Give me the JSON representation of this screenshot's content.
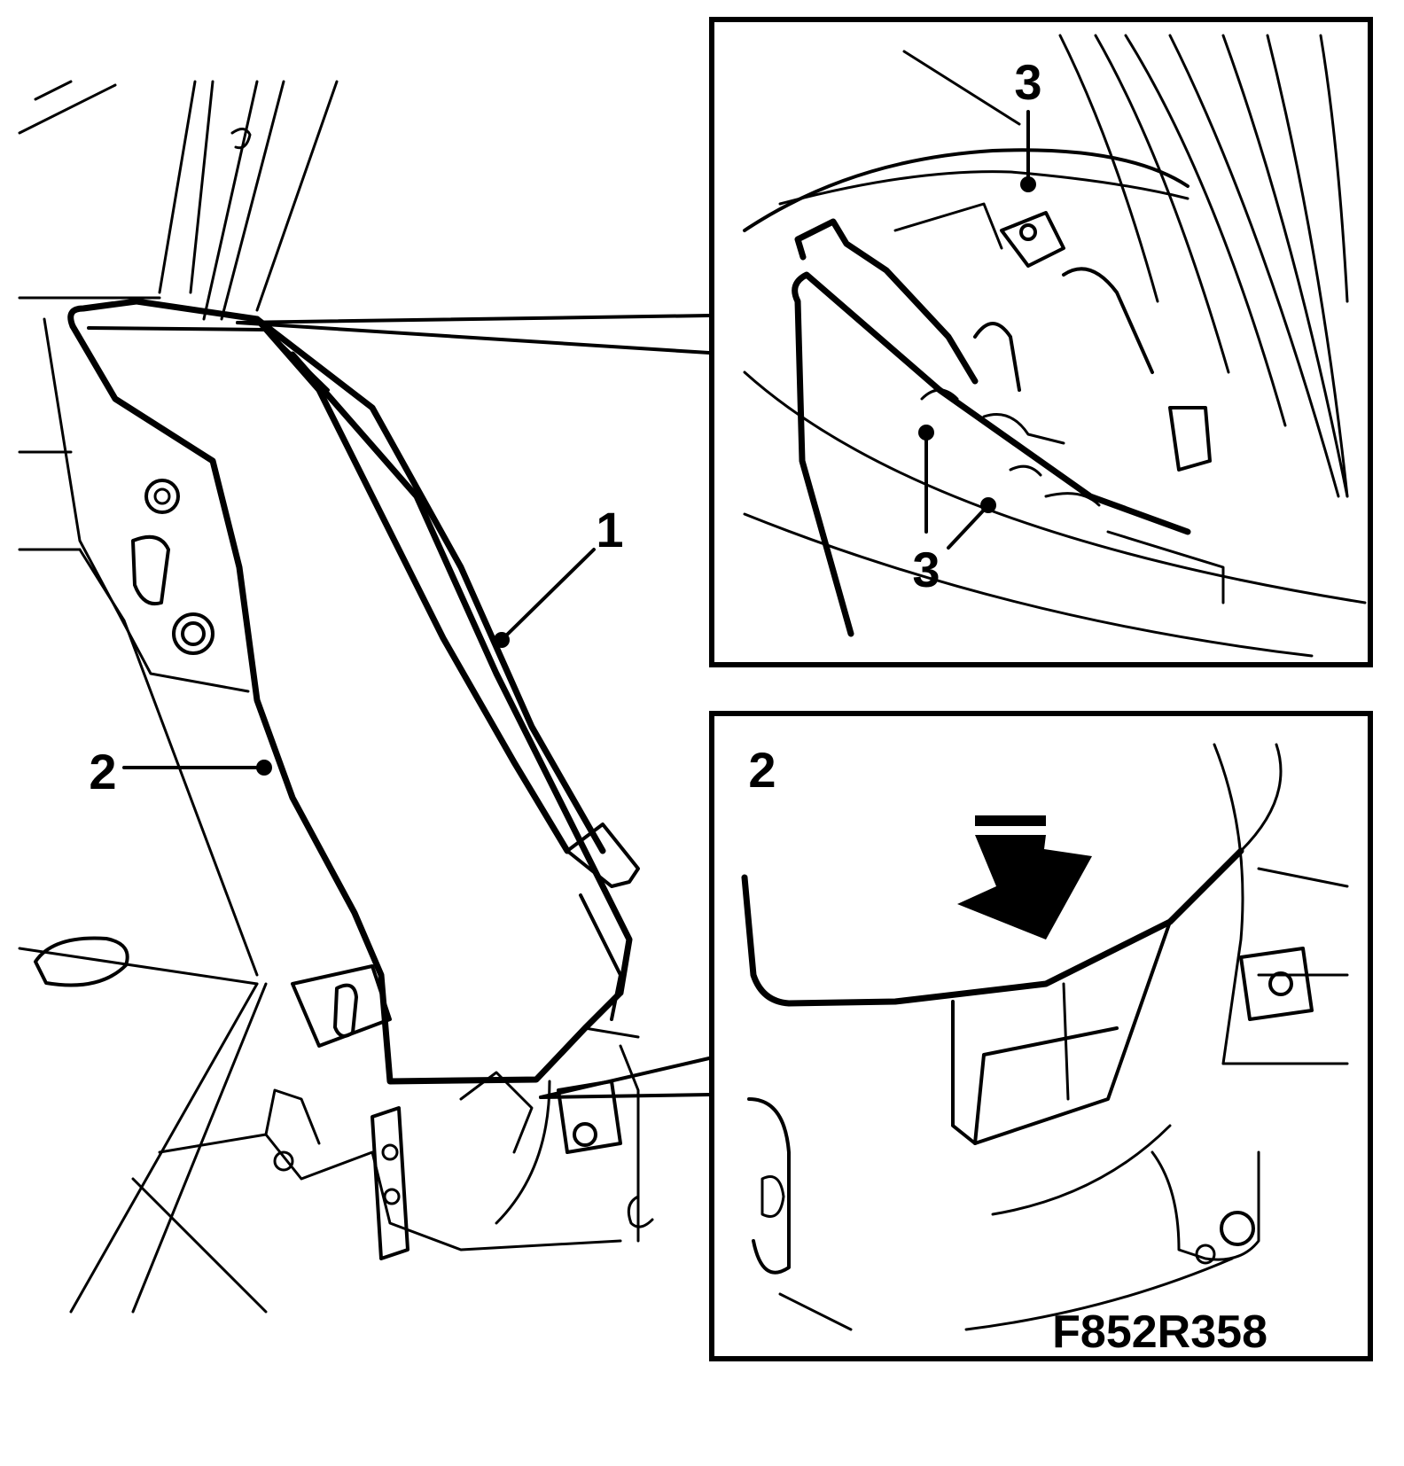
{
  "figure_code": "F852R358",
  "callouts": {
    "trim_panel": "1",
    "lower_trim": "2",
    "clip": "3"
  },
  "detail_bottom_label": "2",
  "arrow_direction": "down"
}
